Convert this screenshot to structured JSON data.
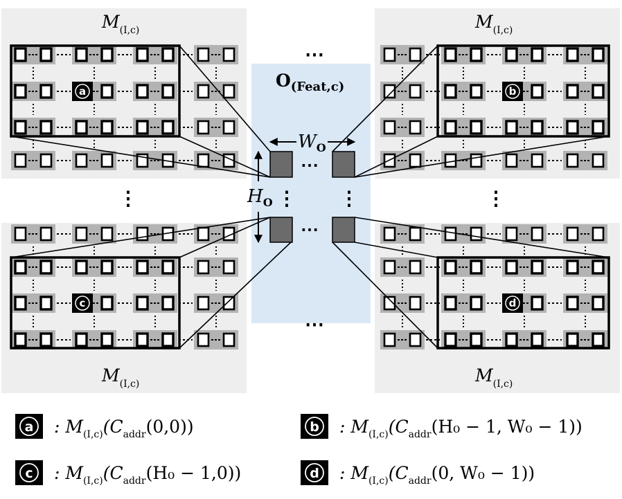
{
  "labels": {
    "m_symbol": "M",
    "m_subscript": "(I,c)",
    "output_symbol": "O",
    "output_subscript": "(Feat,c)",
    "width_symbol": "W",
    "width_subscript": "O",
    "height_symbol": "H",
    "height_subscript": "O",
    "ellipsis_h": "⋯",
    "ellipsis_v": "⋮"
  },
  "markers": [
    "a",
    "b",
    "c",
    "d"
  ],
  "legend": [
    {
      "marker": "a",
      "prefix": ": M",
      "sub": "(I,c)",
      "text": "(C",
      "sub2": "addr",
      "args": "(0,0))"
    },
    {
      "marker": "b",
      "prefix": ": M",
      "sub": "(I,c)",
      "text": "(C",
      "sub2": "addr",
      "args": "(H₀ − 1, W₀ − 1))"
    },
    {
      "marker": "c",
      "prefix": ": M",
      "sub": "(I,c)",
      "text": "(C",
      "sub2": "addr",
      "args": "(H₀ − 1,0))"
    },
    {
      "marker": "d",
      "prefix": ": M",
      "sub": "(I,c)",
      "text": "(C",
      "sub2": "addr",
      "args": "(0, W₀ − 1))"
    }
  ],
  "colors": {
    "panel_bg": "#eeeeee",
    "output_bg": "#dae8f6",
    "cell_bg": "#b3b3b3",
    "pixel_fill": "#6b6b6b"
  }
}
